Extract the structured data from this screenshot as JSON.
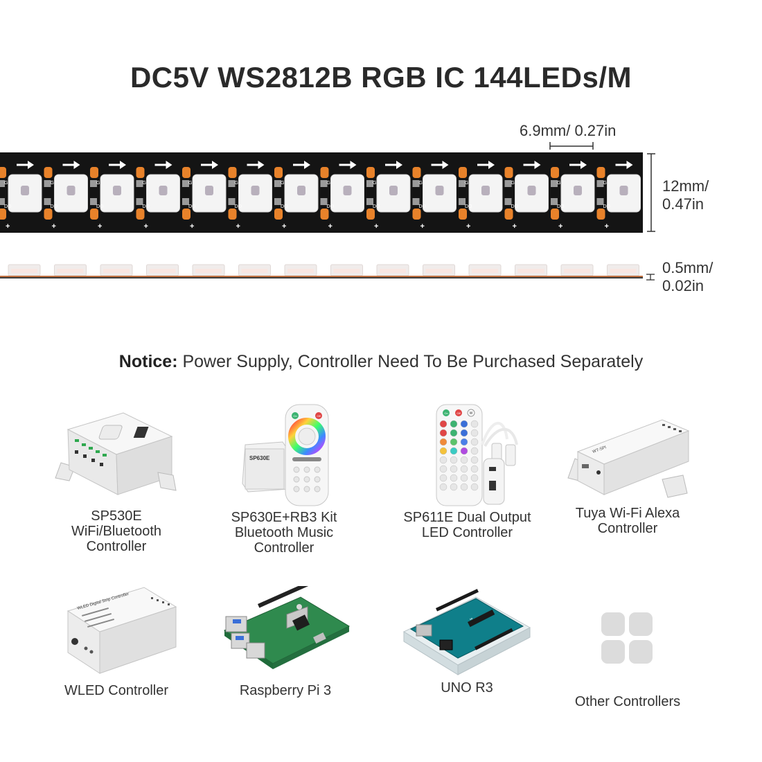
{
  "title": "DC5V WS2812B RGB IC 144LEDs/M",
  "dimensions": {
    "pitch": "6.9mm/ 0.27in",
    "width_line1": "12mm/",
    "width_line2": "0.47in",
    "thickness_line1": "0.5mm/",
    "thickness_line2": "0.02in"
  },
  "strip": {
    "pcb_labels": {
      "plus": "+",
      "data_in": "DI",
      "data_out": "DO",
      "gnd": "G"
    }
  },
  "notice": {
    "label": "Notice:",
    "text": " Power Supply, Controller Need To Be Purchased Separately"
  },
  "device_labels": {
    "sp630e": "SP630E",
    "rb3_on": "On",
    "rb3_off": "Off",
    "sp611e_on": "On",
    "sp611e_off": "Off",
    "sp611e_w": "W",
    "wled": "WLED Digital Strip Controller",
    "tuya": "WT-SPI"
  },
  "products": [
    {
      "name": "sp530e",
      "lines": [
        "SP530E",
        "WiFi/Bluetooth",
        "Controller"
      ]
    },
    {
      "name": "sp630e-rb3",
      "lines": [
        "SP630E+RB3 Kit",
        "Bluetooth Music",
        "Controller"
      ]
    },
    {
      "name": "sp611e",
      "lines": [
        "SP611E Dual Output",
        "LED Controller"
      ]
    },
    {
      "name": "tuya",
      "lines": [
        "Tuya Wi-Fi Alexa",
        "Controller"
      ]
    },
    {
      "name": "wled",
      "lines": [
        "WLED Controller"
      ]
    },
    {
      "name": "raspberry-pi",
      "lines": [
        "Raspberry Pi 3"
      ]
    },
    {
      "name": "uno-r3",
      "lines": [
        "UNO R3"
      ]
    },
    {
      "name": "other",
      "lines": [
        "Other Controllers"
      ]
    }
  ],
  "colors": {
    "pcb": "#141414",
    "resistor": "#e8822a",
    "led_body": "#f4f4f4",
    "led_chip": "#b8b0bc",
    "raspberry_green": "#2f8a4e",
    "arduino_teal": "#0f7f8a",
    "other_tile": "#dcdcdc"
  }
}
